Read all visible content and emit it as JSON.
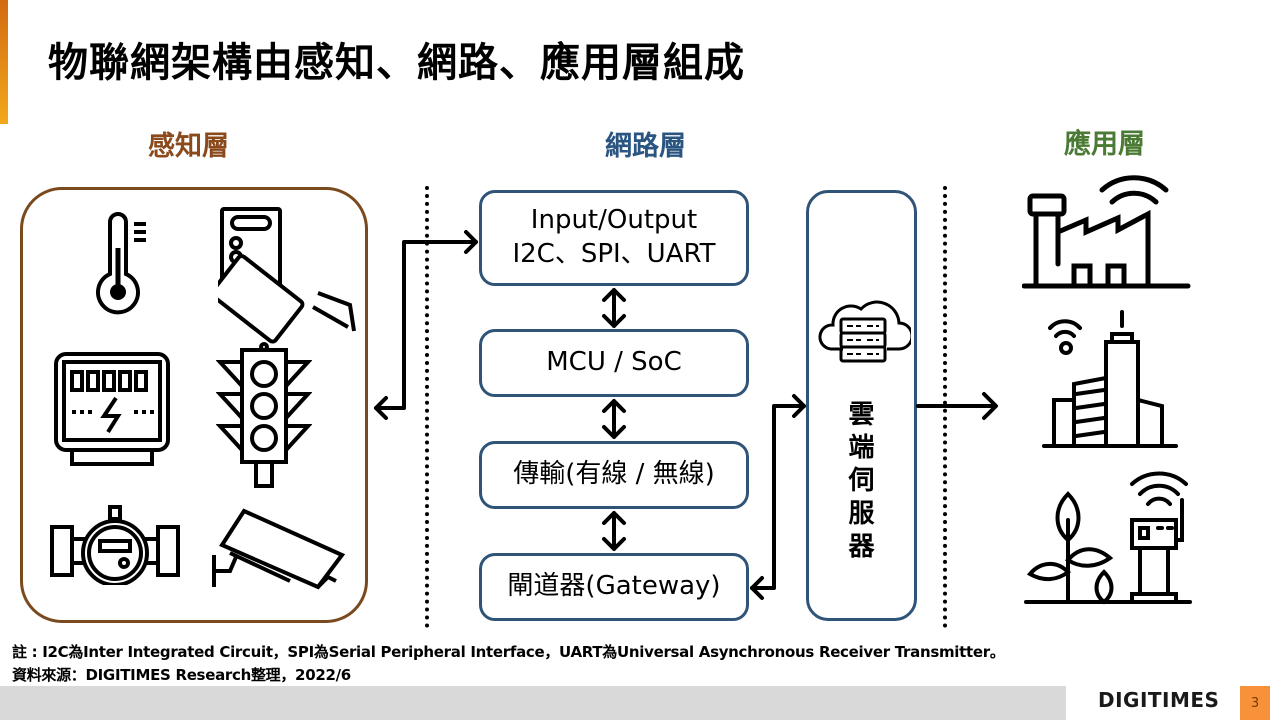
{
  "slide": {
    "title": "物聯網架構由感知、網路、應用層組成",
    "page_number": "3",
    "logo": "DIGITIMES"
  },
  "layers": {
    "sensing": {
      "label": "感知層",
      "color": "#8a4a1c",
      "icons": [
        "thermometer-icon",
        "card-reader-icon",
        "electric-meter-icon",
        "traffic-light-icon",
        "water-meter-icon",
        "security-camera-icon"
      ]
    },
    "network": {
      "label": "網路層",
      "color": "#2a5580",
      "boxes": [
        {
          "line1": "Input/Output",
          "line2": "I2C、SPI、UART"
        },
        {
          "line1": "MCU / SoC"
        },
        {
          "line1": "傳輸(有線 / 無線)"
        },
        {
          "line1": "閘道器(Gateway)"
        }
      ],
      "cloud_server": {
        "label": "雲端伺服器",
        "icon": "cloud-server-icon"
      }
    },
    "application": {
      "label": "應用層",
      "color": "#4a7a33",
      "icons": [
        "smart-factory-icon",
        "smart-city-icon",
        "smart-agriculture-icon"
      ]
    }
  },
  "notes": {
    "note": "註 : I2C為Inter Integrated Circuit，SPI為Serial Peripheral Interface，UART為Universal Asynchronous Receiver Transmitter。",
    "source": "資料來源：DIGITIMES Research整理，2022/6"
  }
}
